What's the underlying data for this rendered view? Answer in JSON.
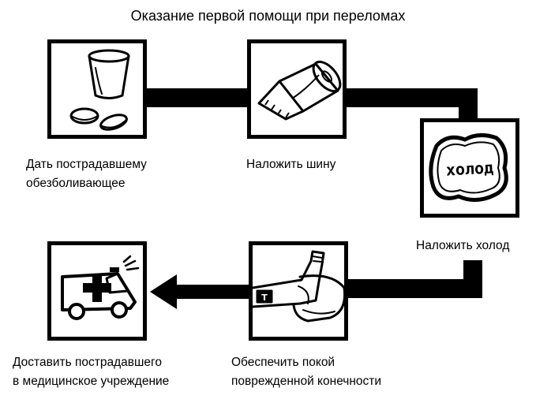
{
  "title": "Оказание первой помощи при переломах",
  "steps": [
    {
      "line1": "Дать пострадавшему",
      "line2": "обезболивающее",
      "icon": "pills-and-glass-icon"
    },
    {
      "line1": "Наложить шину",
      "icon": "bandage-roll-icon"
    },
    {
      "line1": "Наложить холод",
      "icon": "ice-pack-icon",
      "pack_text": "холод"
    },
    {
      "line1": "Обеспечить покой",
      "line2": "поврежденной конечности",
      "icon": "immobilized-arm-icon"
    },
    {
      "line1": "Доставить пострадавшего",
      "line2": "в медицинское учреждение",
      "icon": "ambulance-icon"
    }
  ],
  "colors": {
    "ink": "#000000",
    "background": "#ffffff"
  }
}
